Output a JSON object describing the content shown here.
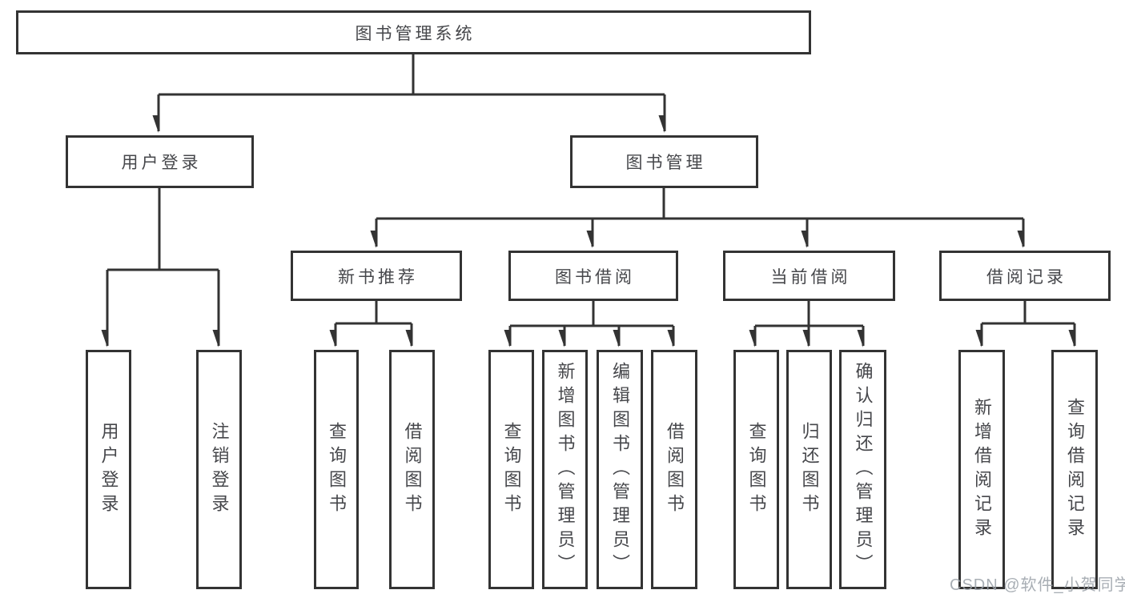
{
  "tree": {
    "root": "图书管理系统",
    "children": [
      {
        "label": "用户登录",
        "children": [
          {
            "label": "用户登录"
          },
          {
            "label": "注销登录"
          }
        ]
      },
      {
        "label": "图书管理",
        "children": [
          {
            "label": "新书推荐",
            "children": [
              {
                "label": "查询图书"
              },
              {
                "label": "借阅图书"
              }
            ]
          },
          {
            "label": "图书借阅",
            "children": [
              {
                "label": "查询图书"
              },
              {
                "label": "新增图书（管理员）"
              },
              {
                "label": "编辑图书（管理员）"
              },
              {
                "label": "借阅图书"
              }
            ]
          },
          {
            "label": "当前借阅",
            "children": [
              {
                "label": "查询图书"
              },
              {
                "label": "归还图书"
              },
              {
                "label": "确认归还（管理员）"
              }
            ]
          },
          {
            "label": "借阅记录",
            "children": [
              {
                "label": "新增借阅记录"
              },
              {
                "label": "查询借阅记录"
              }
            ]
          }
        ]
      }
    ]
  },
  "watermark": "CSDN @软件_小贺同学",
  "colors": {
    "line": "#333333",
    "text": "#46474b",
    "watermark": "#9aa0a8"
  }
}
